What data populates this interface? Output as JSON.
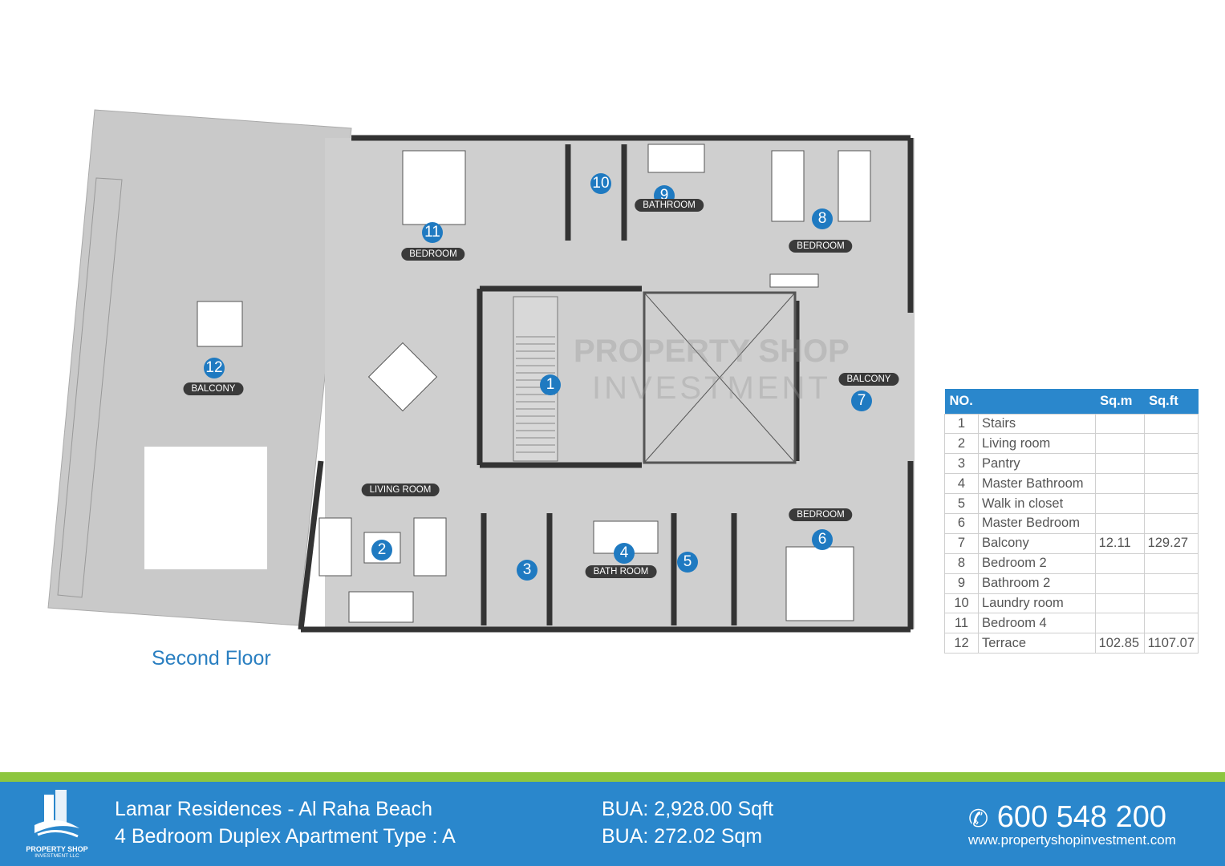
{
  "floor_title": "Second Floor",
  "markers": [
    "1",
    "2",
    "3",
    "4",
    "5",
    "6",
    "7",
    "8",
    "9",
    "10",
    "11",
    "12"
  ],
  "room_labels": {
    "bedroom_11": "BEDROOM",
    "bathroom_9": "BATHROOM",
    "bedroom_8": "BEDROOM",
    "balcony_12": "BALCONY",
    "balcony_7": "BALCONY",
    "living_room": "LIVING ROOM",
    "bedroom_6": "BEDROOM",
    "bathroom_4": "BATH ROOM"
  },
  "watermark": {
    "line1": "PROPERTY SHOP",
    "line2": "INVESTMENT"
  },
  "table": {
    "headers": [
      "NO.",
      "",
      "Sq.m",
      "Sq.ft"
    ],
    "rows": [
      [
        "1",
        "Stairs",
        "",
        ""
      ],
      [
        "2",
        "Living room",
        "",
        ""
      ],
      [
        "3",
        "Pantry",
        "",
        ""
      ],
      [
        "4",
        "Master Bathroom",
        "",
        ""
      ],
      [
        "5",
        "Walk in closet",
        "",
        ""
      ],
      [
        "6",
        "Master Bedroom",
        "",
        ""
      ],
      [
        "7",
        "Balcony",
        "12.11",
        "129.27"
      ],
      [
        "8",
        "Bedroom 2",
        "",
        ""
      ],
      [
        "9",
        "Bathroom 2",
        "",
        ""
      ],
      [
        "10",
        "Laundry room",
        "",
        ""
      ],
      [
        "11",
        "Bedroom 4",
        "",
        ""
      ],
      [
        "12",
        "Terrace",
        "102.85",
        "1107.07"
      ]
    ]
  },
  "footer": {
    "logo_line1": "PROPERTY SHOP",
    "logo_line2": "INVESTMENT LLC",
    "project": "Lamar Residences - Al Raha Beach",
    "unit_type": "4 Bedroom Duplex Apartment Type : A",
    "bua_sqft": "BUA: 2,928.00 Sqft",
    "bua_sqm": "BUA: 272.02 Sqm",
    "phone": "600 548 200",
    "website": "www.propertyshopinvestment.com"
  },
  "colors": {
    "accent": "#2a87cc",
    "green": "#8dc63f",
    "marker": "#1f7ac1"
  }
}
